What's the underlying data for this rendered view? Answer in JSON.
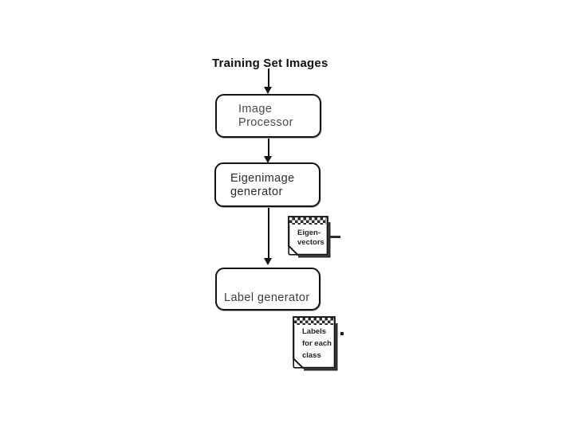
{
  "page": {
    "background": "#ffffff"
  },
  "colors": {
    "ink": "#141414",
    "paper": "#ffffff",
    "shadow": "#262626",
    "checker": "#2b2b2b"
  },
  "diagram": {
    "title": "Training Set Images",
    "nodes": [
      {
        "id": "image-processor",
        "label": "Image\nProcessor"
      },
      {
        "id": "eigenimage-generator",
        "label": "Eigenimage\ngenerator"
      },
      {
        "id": "label-generator",
        "label": "Label generator"
      }
    ],
    "documents": [
      {
        "id": "eigenvectors",
        "label": "Eigen-\nvectors"
      },
      {
        "id": "labels-for-each-class",
        "label": "Labels\nfor each\nclass"
      }
    ]
  }
}
